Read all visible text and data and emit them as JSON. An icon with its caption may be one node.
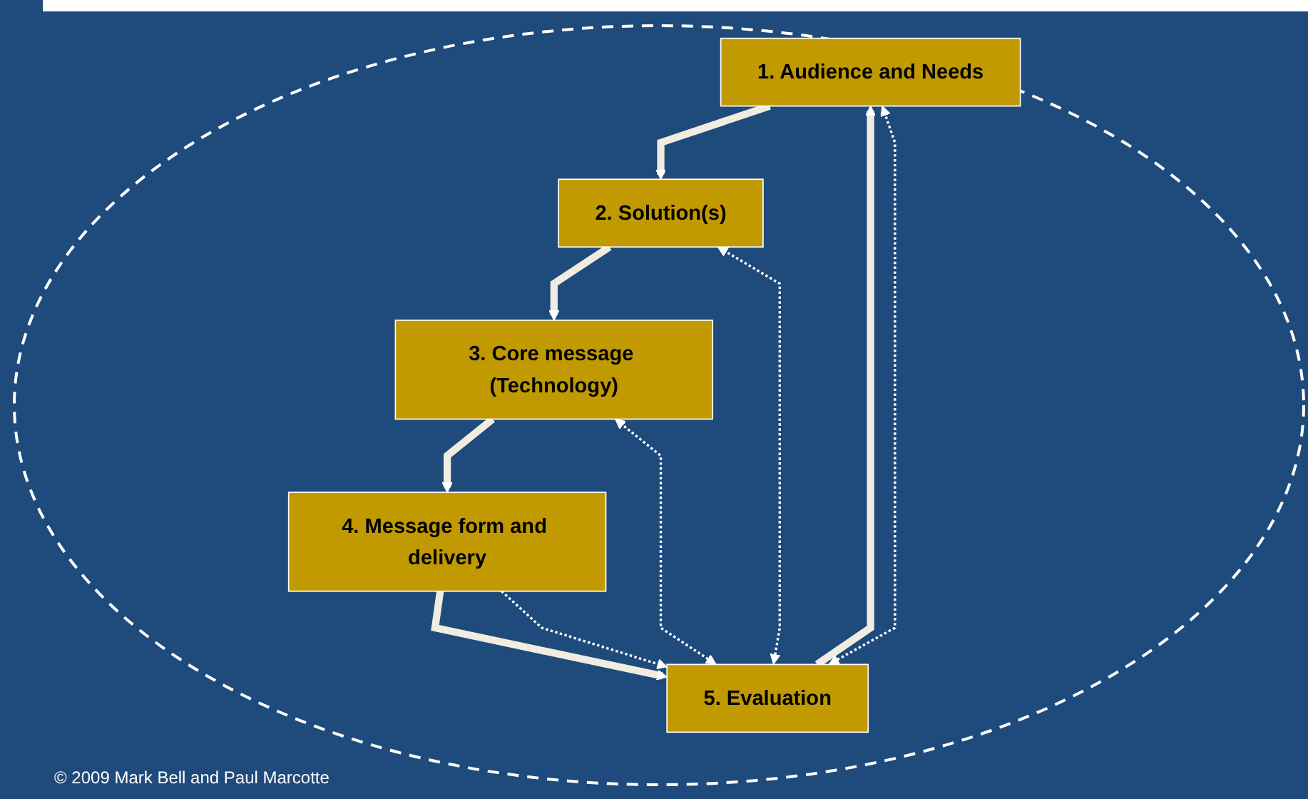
{
  "diagram": {
    "nodes": [
      {
        "text": [
          "1. Audience and Needs"
        ]
      },
      {
        "text": [
          "2. Solution(s)"
        ]
      },
      {
        "text": [
          "3. Core message (Technology)"
        ]
      },
      {
        "text": [
          "4. Message form and delivery"
        ]
      },
      {
        "text": [
          "5. Evaluation"
        ]
      }
    ],
    "edges": [
      {
        "from": 4,
        "to": 0,
        "arrow": "to"
      },
      {
        "from": 0,
        "to": 1,
        "arrow": "to"
      },
      {
        "from": 1,
        "to": 2,
        "arrow": "to"
      },
      {
        "from": 2,
        "to": 3,
        "arrow": "to"
      },
      {
        "from": 3,
        "to": 4,
        "arrow": "to"
      },
      {
        "from": 4,
        "to": 0,
        "arrow": "both",
        "style": "dashed",
        "color": "#ffffff"
      },
      {
        "from": 4,
        "to": 1,
        "arrow": "both",
        "style": "dashed",
        "color": "#ffffff"
      },
      {
        "from": 4,
        "to": 2,
        "arrow": "both",
        "style": "dashed",
        "color": "#ffffff"
      },
      {
        "from": 3,
        "to": 4,
        "arrow": "to",
        "style": "dashed",
        "color": "#ffffff"
      }
    ],
    "labels": [
      "© 2009 Mark Bell and Paul Marcotte"
    ]
  }
}
